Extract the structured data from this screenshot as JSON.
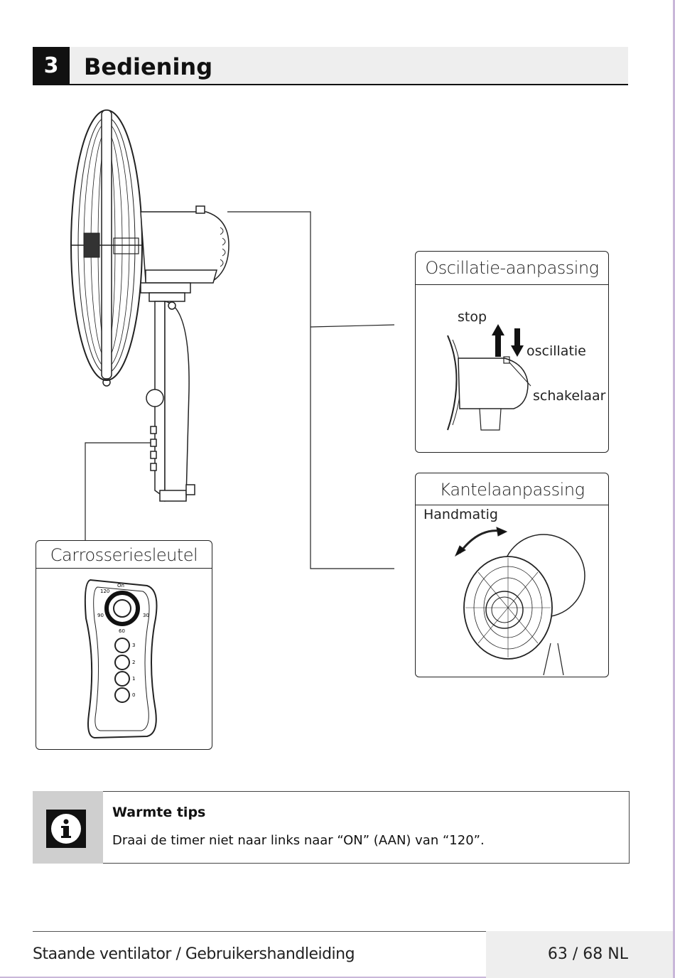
{
  "section": {
    "number": "3",
    "title": "Bediening"
  },
  "oscillation": {
    "title": "Oscillatie-aanpassing",
    "stop_label": "stop",
    "oscillation_label": "oscillatie",
    "switch_label": "schakelaar"
  },
  "tilt": {
    "title": "Kantelaanpassing",
    "manual_label": "Handmatig"
  },
  "body_switch": {
    "title": "Carrosseriesleutel",
    "timer_labels": [
      "On",
      "30",
      "60",
      "90",
      "120"
    ],
    "speed_labels": [
      "3",
      "2",
      "1",
      "0"
    ]
  },
  "tip": {
    "title": "Warmte tips",
    "text": "Draai de timer niet naar links naar “ON” (AAN) van “120”."
  },
  "footer": {
    "left": "Staande ventilator / Gebruikershandleiding",
    "right": "63 / 68 NL"
  }
}
